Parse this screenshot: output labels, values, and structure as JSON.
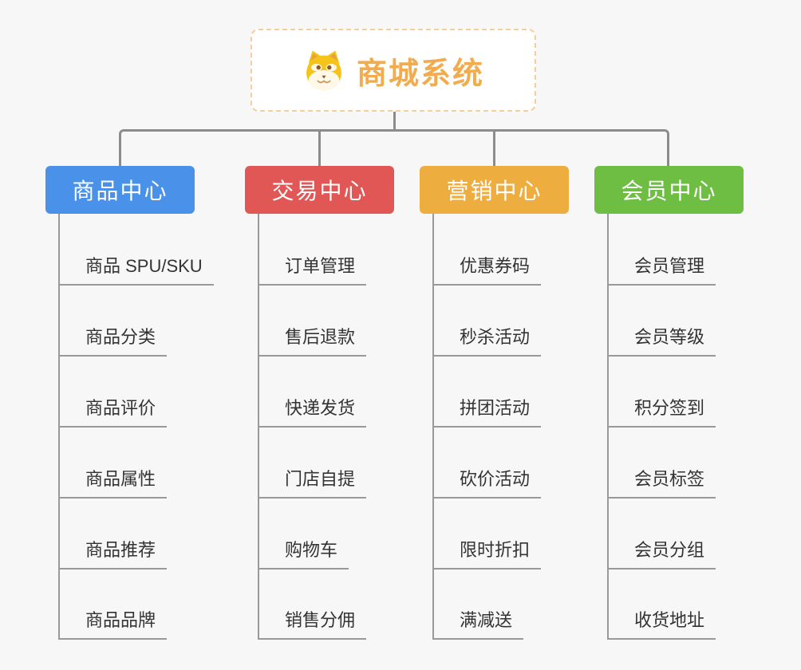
{
  "root": {
    "title": "商城系统",
    "icon": "dog-face-icon"
  },
  "branches": [
    {
      "label": "商品中心",
      "color": "#4A91E9",
      "children": [
        "商品 SPU/SKU",
        "商品分类",
        "商品评价",
        "商品属性",
        "商品推荐",
        "商品品牌"
      ]
    },
    {
      "label": "交易中心",
      "color": "#E05755",
      "children": [
        "订单管理",
        "售后退款",
        "快递发货",
        "门店自提",
        "购物车",
        "销售分佣"
      ]
    },
    {
      "label": "营销中心",
      "color": "#EEAE3F",
      "children": [
        "优惠券码",
        "秒杀活动",
        "拼团活动",
        "砍价活动",
        "限时折扣",
        "满减送"
      ]
    },
    {
      "label": "会员中心",
      "color": "#6FBE44",
      "children": [
        "会员管理",
        "会员等级",
        "积分签到",
        "会员标签",
        "会员分组",
        "收货地址"
      ]
    }
  ],
  "colors": {
    "background": "#F7F7F7",
    "connector_line": "#8C8C8C",
    "leaf_line": "#999999",
    "leaf_text": "#333333",
    "root_accent": "#F2AC4D",
    "root_border": "#F7CE9B"
  }
}
